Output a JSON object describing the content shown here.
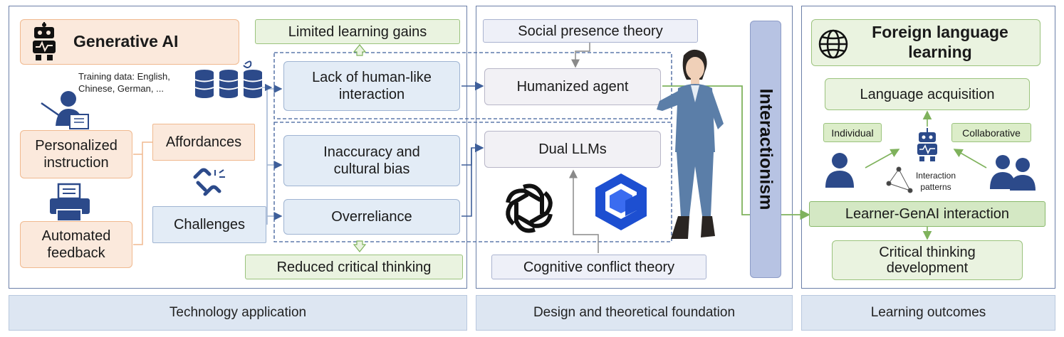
{
  "left_panel": {
    "title": "Generative AI",
    "training_data": "Training data: English,\nChinese, German, ...",
    "personalized": "Personalized\ninstruction",
    "automated": "Automated\nfeedback",
    "affordances": "Affordances",
    "challenges": "Challenges",
    "limited": "Limited learning gains",
    "lack": "Lack of human-like\ninteraction",
    "inaccuracy": "Inaccuracy and\ncultural bias",
    "overreliance": "Overreliance",
    "reduced": "Reduced critical thinking"
  },
  "middle_panel": {
    "social": "Social presence theory",
    "humanized": "Humanized agent",
    "dual": "Dual LLMs",
    "cognitive": "Cognitive conflict theory",
    "interactionism": "Interactionism"
  },
  "right_panel": {
    "title": "Foreign language\nlearning",
    "acquisition": "Language acquisition",
    "individual": "Individual",
    "collaborative": "Collaborative",
    "patterns": "Interaction\npatterns",
    "interaction": "Learner-GenAI interaction",
    "critical": "Critical thinking\ndevelopment"
  },
  "footer": {
    "technology": "Technology application",
    "design": "Design and theoretical foundation",
    "outcomes": "Learning outcomes"
  },
  "colors": {
    "panel_border": "#6b7fa8",
    "orange": "#fbe9dc",
    "green": "#eaf3e0",
    "blue": "#e3ecf6",
    "arrow_blue": "#3e5f9a",
    "arrow_green": "#7fb25c",
    "icon_navy": "#2c4a8a"
  }
}
